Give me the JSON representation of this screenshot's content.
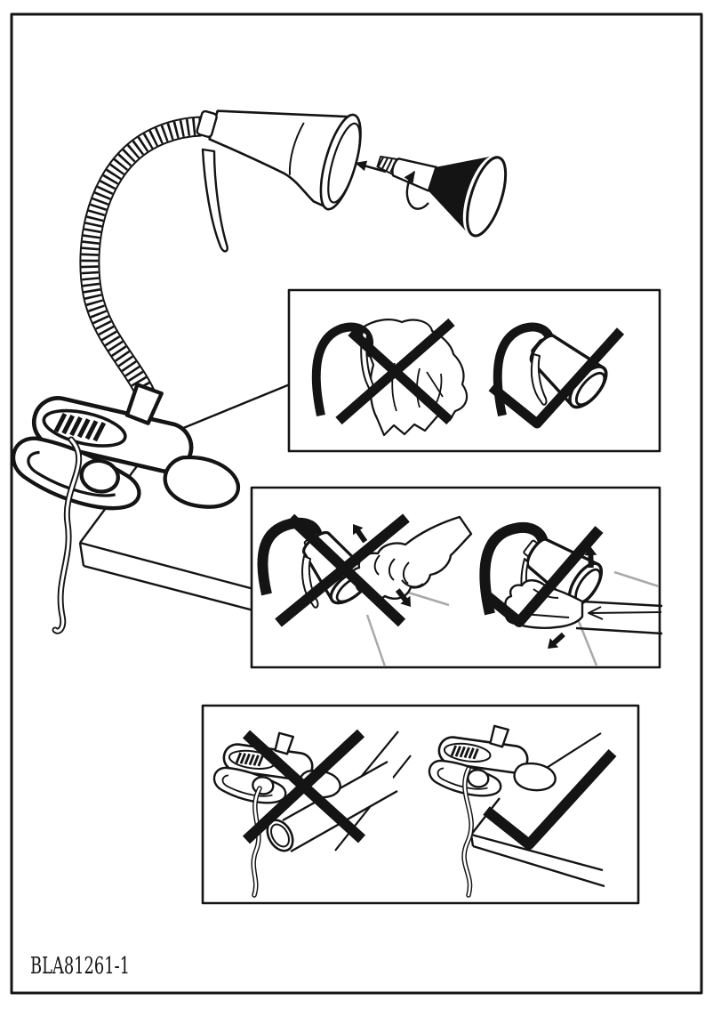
{
  "page": {
    "footer_code": "BLA81261-1",
    "background": "#ffffff",
    "ink_color": "#141414",
    "ray_color": "#a9a9a9"
  },
  "main_illustration": {
    "label": "Clip-on gooseneck desk lamp clamped to a table corner; reflector bulb with arrow showing it being inserted and screwed into the lamp head",
    "icons": [
      "insert-arrow",
      "rotate-arrow"
    ]
  },
  "insets": [
    {
      "id": "no-cover",
      "label": "Left: lamp draped with cloth crossed out. Right: uncovered lamp with check mark",
      "left_icon": "prohibition-cross",
      "right_icon": "check-mark"
    },
    {
      "id": "hot-surface",
      "label": "Left: hand touching hot lamp shade crossed out. Right: hand adjusting lamp correctly with check mark",
      "left_icon": "prohibition-cross",
      "right_icon": "check-mark"
    },
    {
      "id": "clamping",
      "label": "Left: clamp fixed on a round pipe crossed out. Right: clamp fixed on flat table edge with check mark",
      "left_icon": "prohibition-cross",
      "right_icon": "check-mark"
    }
  ]
}
